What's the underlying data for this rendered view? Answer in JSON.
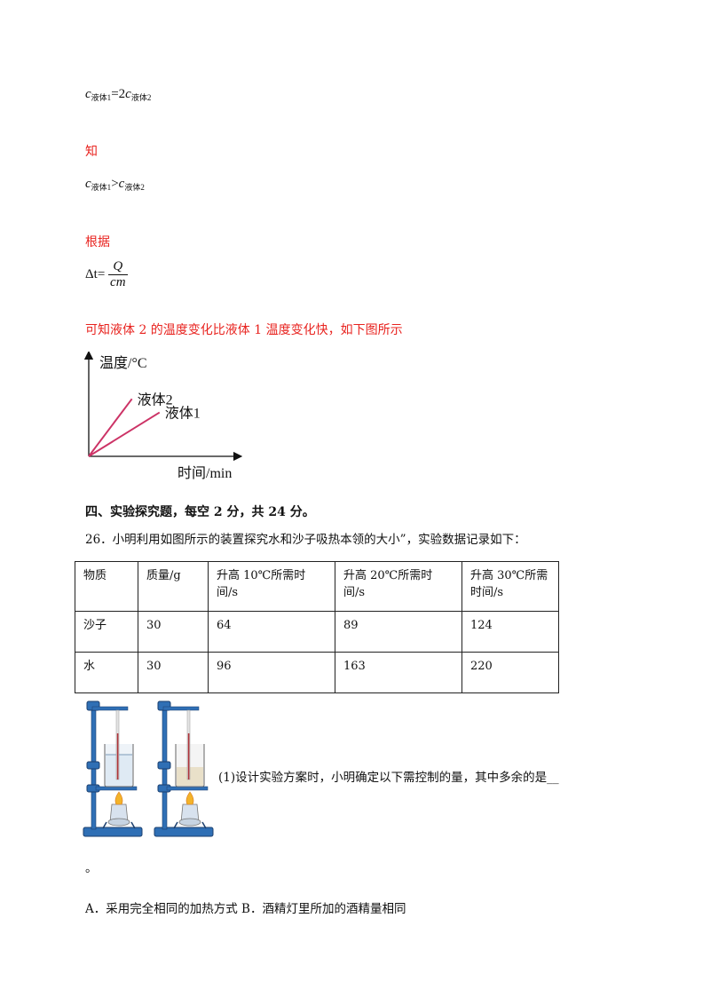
{
  "formula1": {
    "c1": "c",
    "sub1": "液体1",
    "eq": "=2",
    "c2": "c",
    "sub2": "液体2"
  },
  "text_zhi": "知",
  "formula2": {
    "c1": "c",
    "sub1": "液体1",
    "op": ">",
    "c2": "c",
    "sub2": "液体2"
  },
  "text_genju": "根据",
  "formula3": {
    "lhs": "Δt=",
    "num": "Q",
    "den": "cm"
  },
  "conclusion": "可知液体 2 的温度变化比液体 1 温度变化快，如下图所示",
  "chart_data": {
    "type": "line",
    "ylabel": "温度/°C",
    "xlabel": "时间/min",
    "series": [
      {
        "name": "液体2",
        "slope": 1.33
      },
      {
        "name": "液体1",
        "slope": 0.62
      }
    ],
    "line_color": "#cc3366"
  },
  "section_title": "四、实验探究题，每空 2 分，共 24 分。",
  "question": "26．小明利用如图所示的装置探究水和沙子吸热本领的大小”，实验数据记录如下：",
  "table": {
    "headers": [
      "物质",
      "质量/g",
      "升高 10℃所需时间/s",
      "升高 20℃所需时间/s",
      "升高 30℃所需时间/s"
    ],
    "rows": [
      [
        "沙子",
        "30",
        "64",
        "89",
        "124"
      ],
      [
        "水",
        "30",
        "96",
        "163",
        "220"
      ]
    ]
  },
  "subq1": "(1)设计实验方案时，小明确定以下需控制的量，其中多余的是__",
  "period": "。",
  "options": "A．采用完全相同的加热方式 B．酒精灯里所加的酒精量相同"
}
